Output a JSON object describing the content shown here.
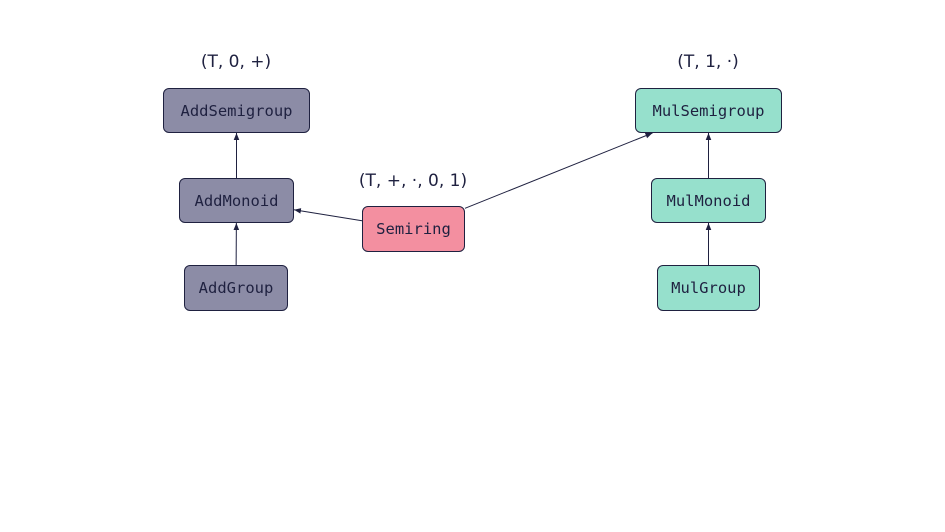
{
  "colors": {
    "additive": "#8c8ca6",
    "multiplicative": "#96e0cc",
    "semiring": "#f38fa0",
    "stroke": "#1f2140"
  },
  "nodes": {
    "add_semigroup": "AddSemigroup",
    "add_monoid": "AddMonoid",
    "add_group": "AddGroup",
    "semiring": "Semiring",
    "mul_semigroup": "MulSemigroup",
    "mul_monoid": "MulMonoid",
    "mul_group": "MulGroup"
  },
  "signatures": {
    "additive": "(T, 0, +)",
    "semiring": "(T, +, ·, 0, 1)",
    "multiplicative": "(T, 1, ·)"
  },
  "edges": [
    {
      "from": "add_group",
      "to": "add_monoid"
    },
    {
      "from": "add_monoid",
      "to": "add_semigroup"
    },
    {
      "from": "semiring",
      "to": "add_monoid"
    },
    {
      "from": "semiring",
      "to": "mul_semigroup"
    },
    {
      "from": "mul_group",
      "to": "mul_monoid"
    },
    {
      "from": "mul_monoid",
      "to": "mul_semigroup"
    }
  ]
}
